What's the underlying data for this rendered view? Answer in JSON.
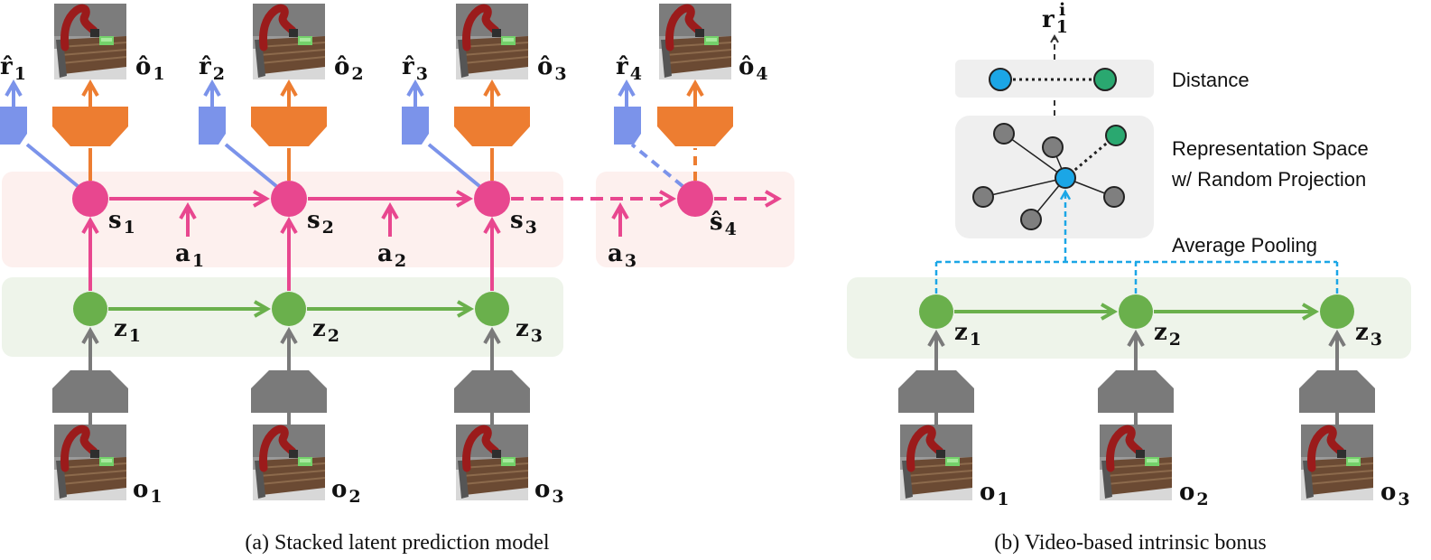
{
  "colors": {
    "state": "#e8478f",
    "latent": "#6ab04c",
    "encoder": "#7a7a7a",
    "reward": "#7b93ea",
    "decoder": "#ed7d31",
    "embed": "#1ba6e6",
    "projected": "#2aa870",
    "neighbor": "#7f7f7f",
    "state_band": "#fdf0ee",
    "latent_band": "#eef4ea",
    "panel": "#efefef"
  },
  "panel_a": {
    "caption": "(a)  Stacked latent prediction model",
    "steps": [
      {
        "s_base": "s",
        "s_sub": "1",
        "z_base": "z",
        "z_sub": "1",
        "o_base": "o",
        "o_sub": "1",
        "r_base": "r̂",
        "r_sub": "1",
        "ohat_base": "ô",
        "ohat_sub": "1"
      },
      {
        "s_base": "s",
        "s_sub": "2",
        "z_base": "z",
        "z_sub": "2",
        "o_base": "o",
        "o_sub": "2",
        "r_base": "r̂",
        "r_sub": "2",
        "ohat_base": "ô",
        "ohat_sub": "2"
      },
      {
        "s_base": "s",
        "s_sub": "3",
        "z_base": "z",
        "z_sub": "3",
        "o_base": "o",
        "o_sub": "3",
        "r_base": "r̂",
        "r_sub": "3",
        "ohat_base": "ô",
        "ohat_sub": "3"
      }
    ],
    "actions": [
      {
        "base": "a",
        "sub": "1"
      },
      {
        "base": "a",
        "sub": "2"
      },
      {
        "base": "a",
        "sub": "3"
      }
    ],
    "predicted": {
      "s_base": "ŝ",
      "s_sub": "4",
      "r_base": "r̂",
      "r_sub": "4",
      "ohat_base": "ô",
      "ohat_sub": "4"
    }
  },
  "panel_b": {
    "caption": "(b)  Video-based intrinsic bonus",
    "reward": {
      "base": "r",
      "sub": "1",
      "sup": "i"
    },
    "distance_label": "Distance",
    "representation_label_line1": "Representation Space",
    "representation_label_line2": "w/ Random Projection",
    "pooling_label": "Average Pooling",
    "steps": [
      {
        "z_base": "z",
        "z_sub": "1",
        "o_base": "o",
        "o_sub": "1"
      },
      {
        "z_base": "z",
        "z_sub": "2",
        "o_base": "o",
        "o_sub": "2"
      },
      {
        "z_base": "z",
        "z_sub": "3",
        "o_base": "o",
        "o_sub": "3"
      }
    ]
  }
}
